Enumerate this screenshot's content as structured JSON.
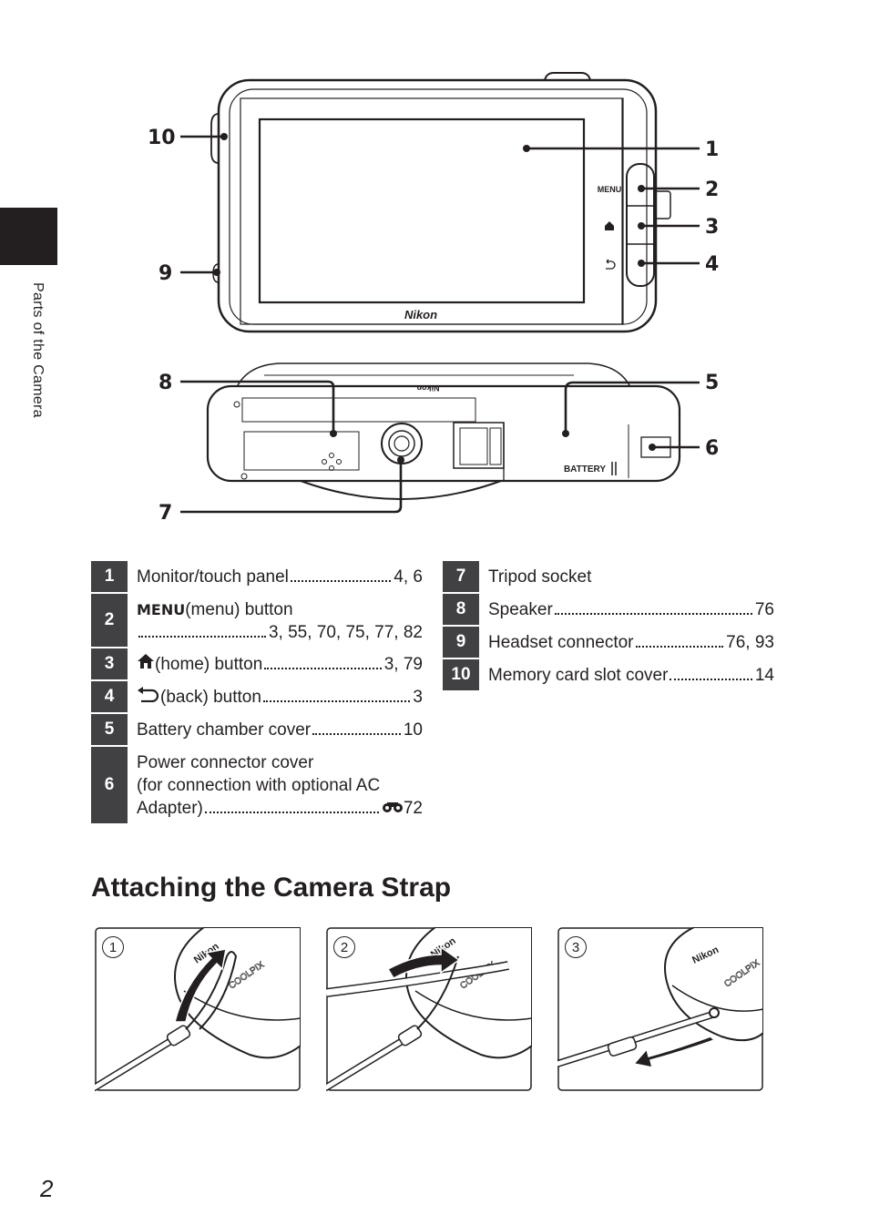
{
  "side_label": "Parts of the Camera",
  "callouts": [
    "1",
    "2",
    "3",
    "4",
    "5",
    "6",
    "7",
    "8",
    "9",
    "10"
  ],
  "camera": {
    "brand_front": "Nikon",
    "brand_bottom": "Nikon",
    "menu_label": "MENU",
    "battery_label": "BATTERY"
  },
  "parts_left": [
    {
      "num": "1",
      "lines": [
        {
          "text": "Monitor/touch panel",
          "ref": "4, 6"
        }
      ]
    },
    {
      "num": "2",
      "lines": [
        {
          "icon_text": "MENU",
          "text": " (menu) button"
        },
        {
          "text": "",
          "ref": "3, 55, 70, 75, 77, 82"
        }
      ]
    },
    {
      "num": "3",
      "lines": [
        {
          "icon": "home-icon",
          "text": " (home) button",
          "ref": "3, 79"
        }
      ]
    },
    {
      "num": "4",
      "lines": [
        {
          "icon": "back-arrow-icon",
          "text": " (back) button",
          "ref": "3"
        }
      ]
    },
    {
      "num": "5",
      "lines": [
        {
          "text": "Battery chamber cover",
          "ref": "10"
        }
      ]
    },
    {
      "num": "6",
      "lines": [
        {
          "text": "Power connector cover"
        },
        {
          "text": "(for connection with optional AC"
        },
        {
          "text": "Adapter)",
          "ref": "72",
          "ref_icon": "binoculars-icon"
        }
      ]
    }
  ],
  "parts_right": [
    {
      "num": "7",
      "lines": [
        {
          "text": "Tripod socket"
        }
      ]
    },
    {
      "num": "8",
      "lines": [
        {
          "text": "Speaker",
          "ref": "76"
        }
      ]
    },
    {
      "num": "9",
      "lines": [
        {
          "text": "Headset connector",
          "ref": "76, 93"
        }
      ]
    },
    {
      "num": "10",
      "lines": [
        {
          "text": "Memory card slot cover",
          "ref": "14"
        }
      ]
    }
  ],
  "section_title": "Attaching the Camera Strap",
  "steps": [
    {
      "num": "1",
      "brand": "Nikon",
      "model": "COOLPIX"
    },
    {
      "num": "2",
      "brand": "Nikon",
      "model": "COOLPIX"
    },
    {
      "num": "3",
      "brand": "Nikon",
      "model": "COOLPIX"
    }
  ],
  "page_number": "2"
}
